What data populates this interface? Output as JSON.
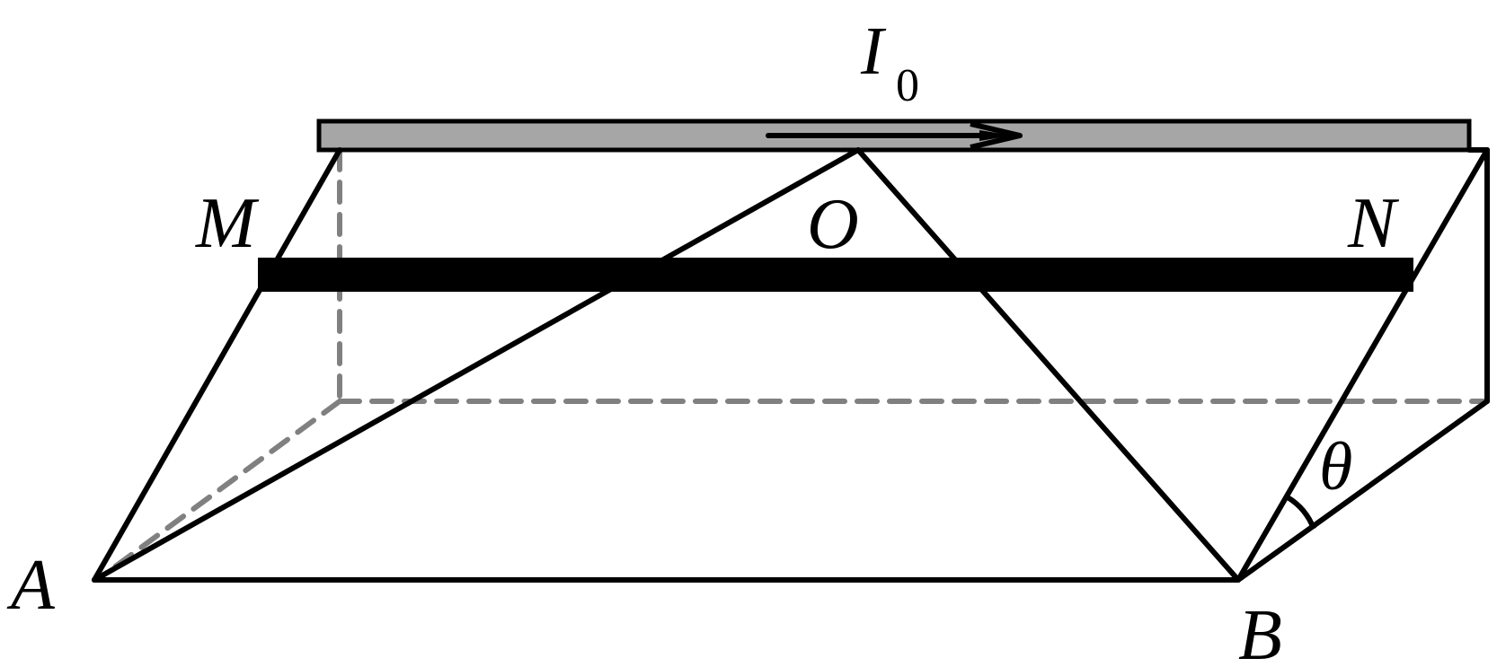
{
  "labels": {
    "current": "I",
    "current_subscript": "0",
    "point_m": "M",
    "point_n": "N",
    "point_o": "O",
    "point_a": "A",
    "point_b": "B",
    "angle": "θ"
  },
  "colors": {
    "line": "#000000",
    "hidden_edge": "#808080",
    "wire_fill": "#a6a6a6",
    "rod_fill": "#000000",
    "background": "#ffffff"
  }
}
